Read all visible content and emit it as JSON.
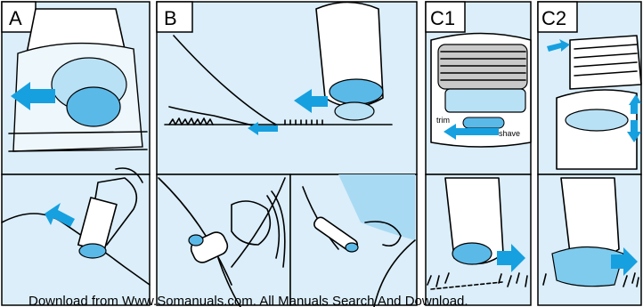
{
  "panels": {
    "a": {
      "label": "A"
    },
    "b": {
      "label": "B"
    },
    "c1": {
      "label": "C1",
      "trim_label": "trim",
      "shave_label": "shave"
    },
    "c2": {
      "label": "C2"
    }
  },
  "watermark": "Download from Www.Somanuals.com. All Manuals Search And Download.",
  "colors": {
    "panel_background": "#dbeef9",
    "accent_blue": "#16a0e0",
    "device_blue": "#5bb9e8"
  }
}
